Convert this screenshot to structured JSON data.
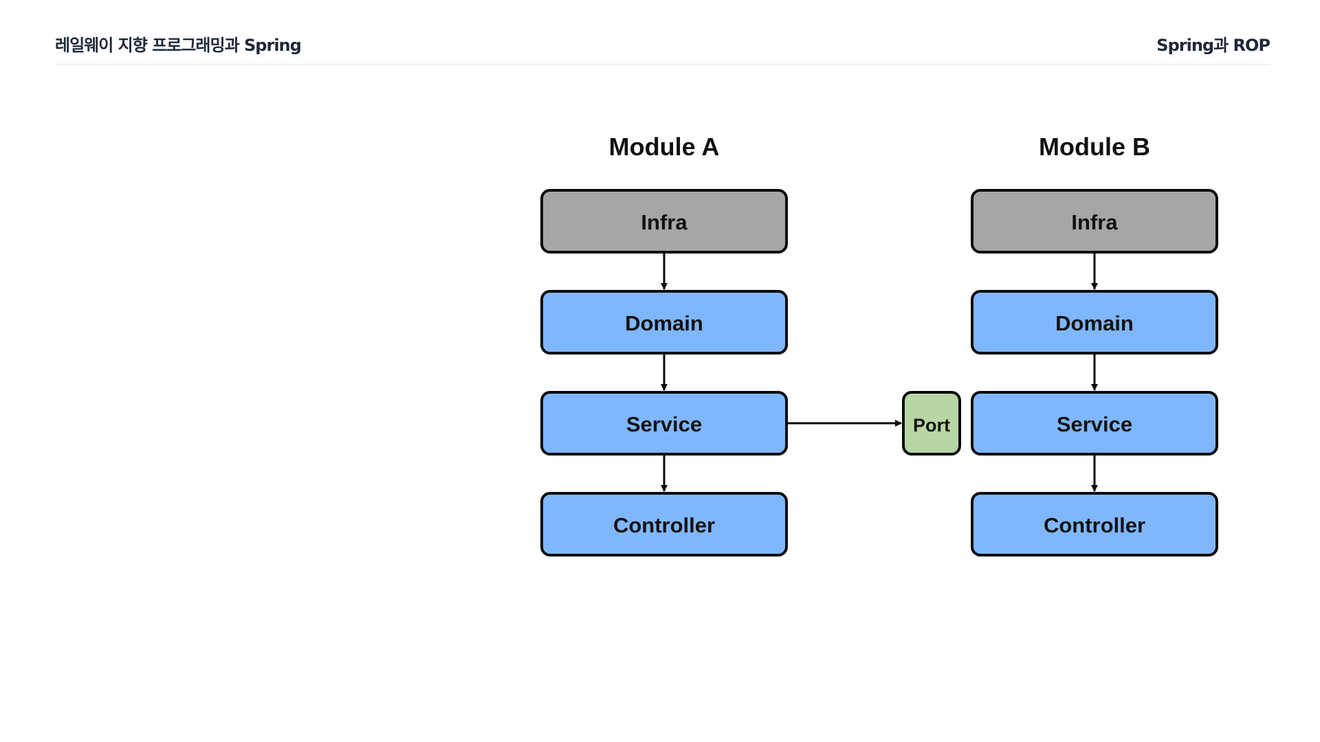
{
  "header": {
    "left_title": "레일웨이 지향 프로그래밍과 Spring",
    "right_title": "Spring과 ROP"
  },
  "diagram": {
    "module_a": {
      "title": "Module A",
      "layers": [
        "Infra",
        "Domain",
        "Service",
        "Controller"
      ]
    },
    "module_b": {
      "title": "Module B",
      "layers": [
        "Infra",
        "Domain",
        "Service",
        "Controller"
      ]
    },
    "port_label": "Port",
    "colors": {
      "infra": "#a6a6a6",
      "layer": "#7fb7ff",
      "port": "#b7d6a3",
      "stroke": "#0a0a0a"
    }
  }
}
